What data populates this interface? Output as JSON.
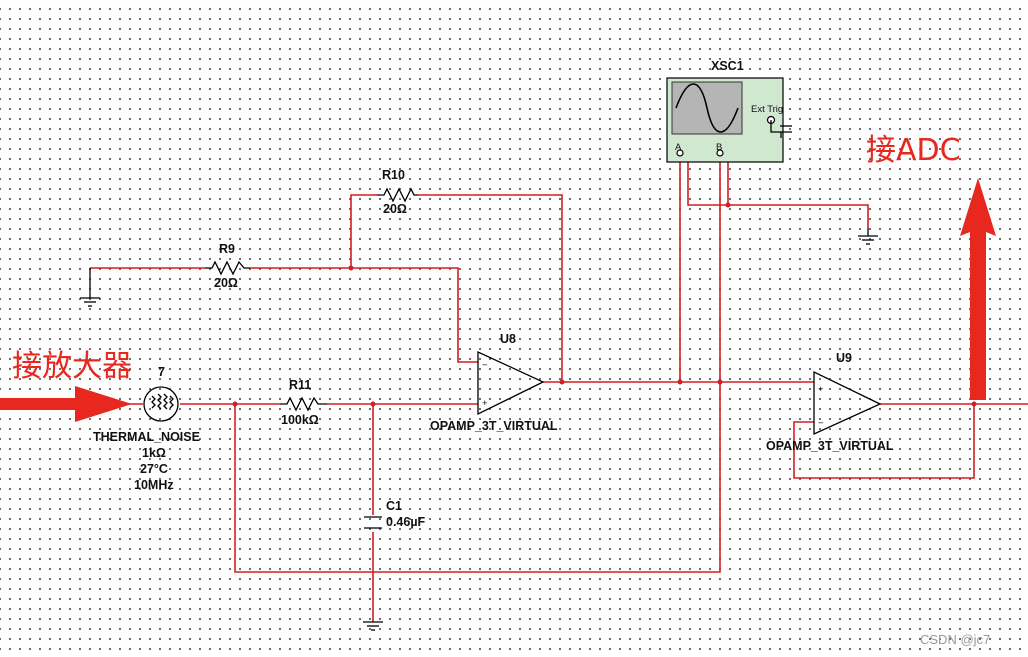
{
  "components": {
    "noise_source": {
      "name": "THERMAL_NOISE",
      "ref_fragment": "7",
      "resistance": "1kΩ",
      "temperature": "27°C",
      "bandwidth": "10MHz"
    },
    "r9": {
      "ref": "R9",
      "value": "20Ω"
    },
    "r10": {
      "ref": "R10",
      "value": "20Ω"
    },
    "r11": {
      "ref": "R11",
      "value": "100kΩ"
    },
    "c1": {
      "ref": "C1",
      "value": "0.46µF"
    },
    "u8": {
      "ref": "U8",
      "model": "OPAMP_3T_VIRTUAL"
    },
    "u9": {
      "ref": "U9",
      "model": "OPAMP_3T_VIRTUAL"
    },
    "scope": {
      "ref": "XSC1",
      "ext_trig": "Ext Trig",
      "chan_a": "A",
      "chan_b": "B"
    }
  },
  "annotations": {
    "input_label": "接放大器",
    "output_label": "接ADC"
  },
  "watermark": "CSDN @jc7",
  "colors": {
    "wire": "#d21f24",
    "annotation": "#e8281e",
    "scope_body": "#cfe8cf",
    "scope_screen": "#b5b5b5"
  }
}
